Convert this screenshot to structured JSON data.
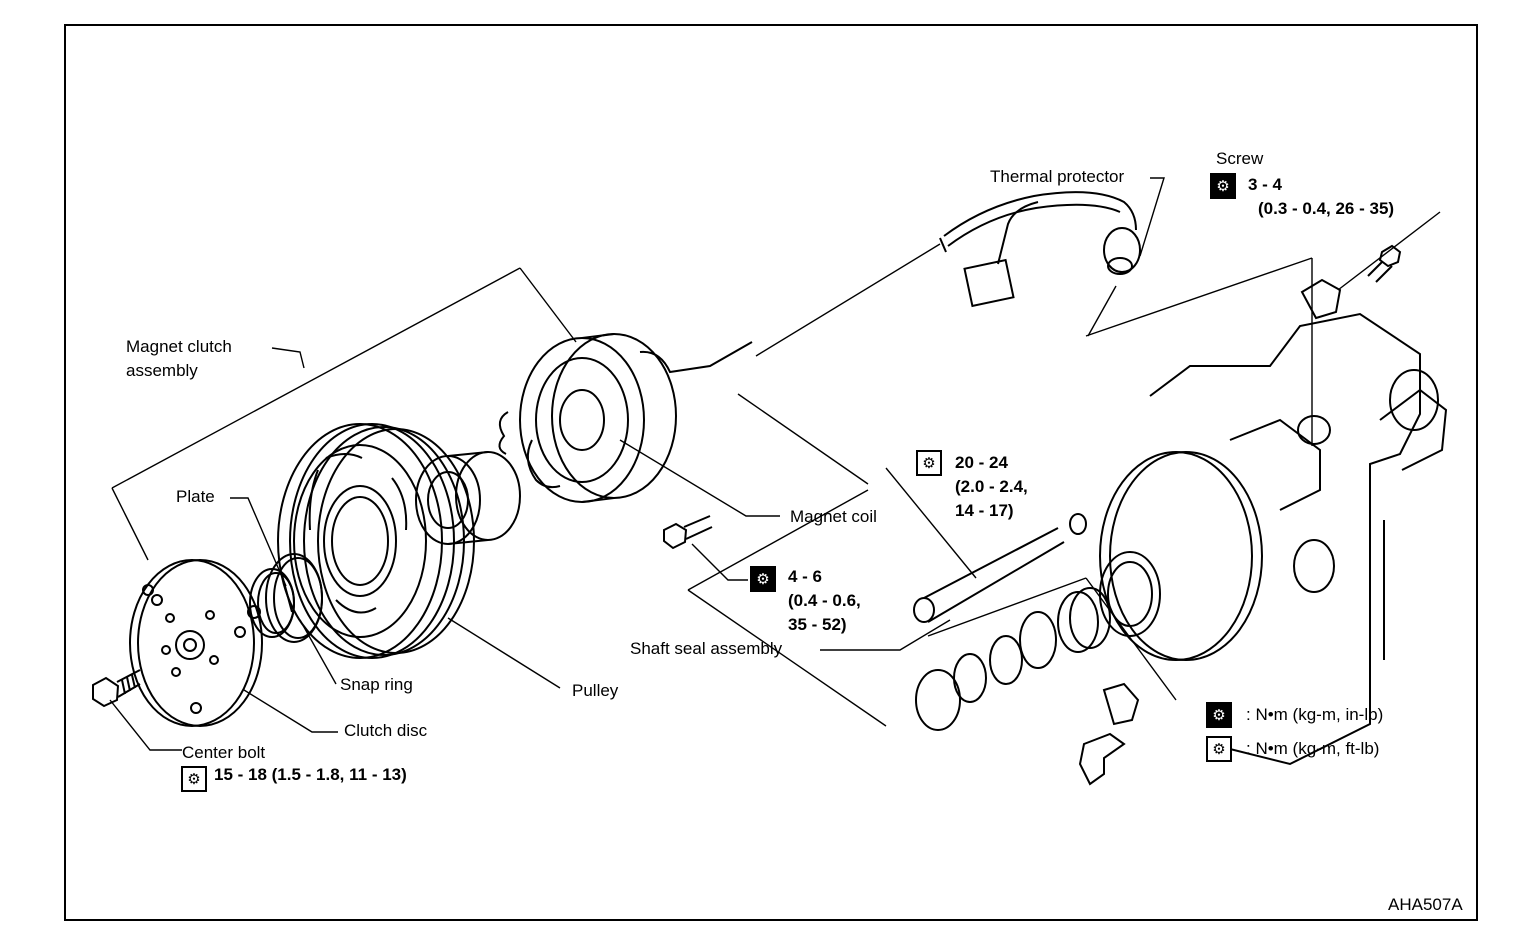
{
  "labels": {
    "thermal_protector": "Thermal protector",
    "screw": "Screw",
    "screw_torque_1": "3 - 4",
    "screw_torque_2": "(0.3 - 0.4, 26 - 35)",
    "magnet_clutch_1": "Magnet clutch",
    "magnet_clutch_2": "assembly",
    "plate": "Plate",
    "bolt_torque_1": "20 - 24",
    "bolt_torque_2": "(2.0 - 2.4,",
    "bolt_torque_3": "14 - 17)",
    "magnet_coil": "Magnet coil",
    "coil_screw_torque_1": "4 - 6",
    "coil_screw_torque_2": "(0.4 - 0.6,",
    "coil_screw_torque_3": "35 - 52)",
    "shaft_seal": "Shaft seal assembly",
    "snap_ring": "Snap ring",
    "pulley": "Pulley",
    "clutch_disc": "Clutch disc",
    "center_bolt": "Center bolt",
    "center_bolt_torque": "15 - 18 (1.5 - 1.8, 11 - 13)",
    "legend_inlb": ": N•m (kg-m, in-lb)",
    "legend_ftlb": ": N•m (kg-m, ft-lb)",
    "figure_code": "AHA507A"
  },
  "icons": {
    "torque_inlb": "torque-wrench-in-lb-icon",
    "torque_ftlb": "torque-wrench-ft-lb-icon"
  }
}
